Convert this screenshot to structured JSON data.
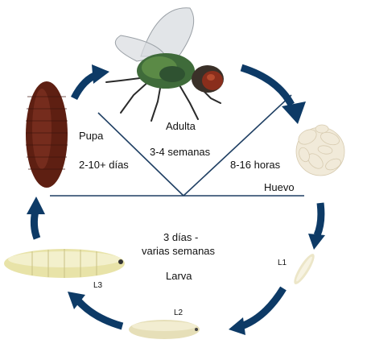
{
  "colors": {
    "arrow": "#0d3a66",
    "line": "#1f3f63"
  },
  "stages": {
    "adult": {
      "name": "Adulta",
      "duration": "3-4 semanas",
      "icon": "fly-icon"
    },
    "egg": {
      "duration": "8-16 horas",
      "name": "Huevo",
      "icon": "egg-cluster-icon"
    },
    "larva": {
      "duration_line1": "3 días -",
      "duration_line2": "varias semanas",
      "name": "Larva"
    },
    "instars": {
      "l1": "L1",
      "l2": "L2",
      "l3": "L3"
    },
    "pupa": {
      "name": "Pupa",
      "duration": "2-10+ días",
      "icon": "pupa-icon"
    }
  }
}
